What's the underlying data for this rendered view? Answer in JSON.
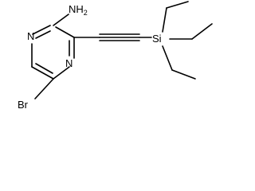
{
  "molecule": {
    "atoms": {
      "n1": "N",
      "n4": "N",
      "amine": "NH2",
      "bromine": "Br",
      "silicon": "Si"
    },
    "colors": {
      "bond": "#000000",
      "label": "#000000",
      "background": "#ffffff"
    }
  }
}
